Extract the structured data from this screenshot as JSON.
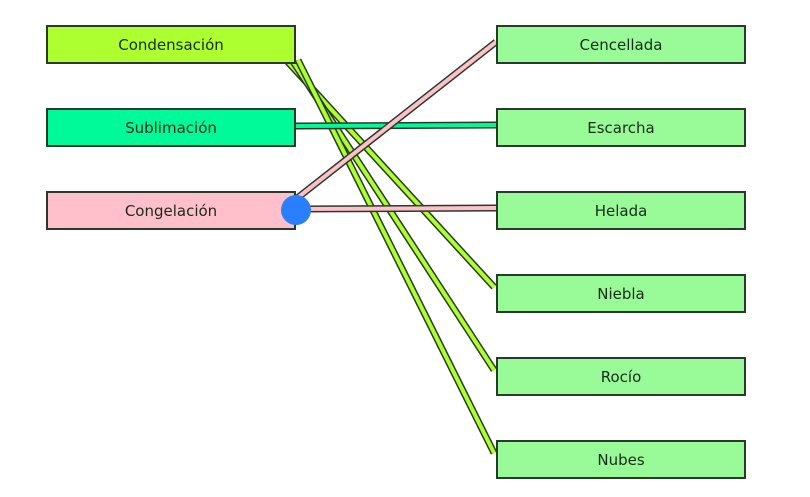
{
  "left_items": [
    {
      "label": "Condensación",
      "color": "#adff2f"
    },
    {
      "label": "Sublimación",
      "color": "#00fa9a"
    },
    {
      "label": "Congelación",
      "color": "#ffc0cb"
    }
  ],
  "right_items": [
    {
      "label": "Cencellada"
    },
    {
      "label": "Escarcha"
    },
    {
      "label": "Helada"
    },
    {
      "label": "Niebla"
    },
    {
      "label": "Rocío"
    },
    {
      "label": "Nubes"
    }
  ],
  "connections": [
    {
      "from": 0,
      "to": 3
    },
    {
      "from": 0,
      "to": 4
    },
    {
      "from": 0,
      "to": 5
    },
    {
      "from": 1,
      "to": 1
    },
    {
      "from": 2,
      "to": 0
    },
    {
      "from": 2,
      "to": 2
    }
  ],
  "right_box_color": "#98fb98",
  "drag_handle_color": "#2a7fff"
}
